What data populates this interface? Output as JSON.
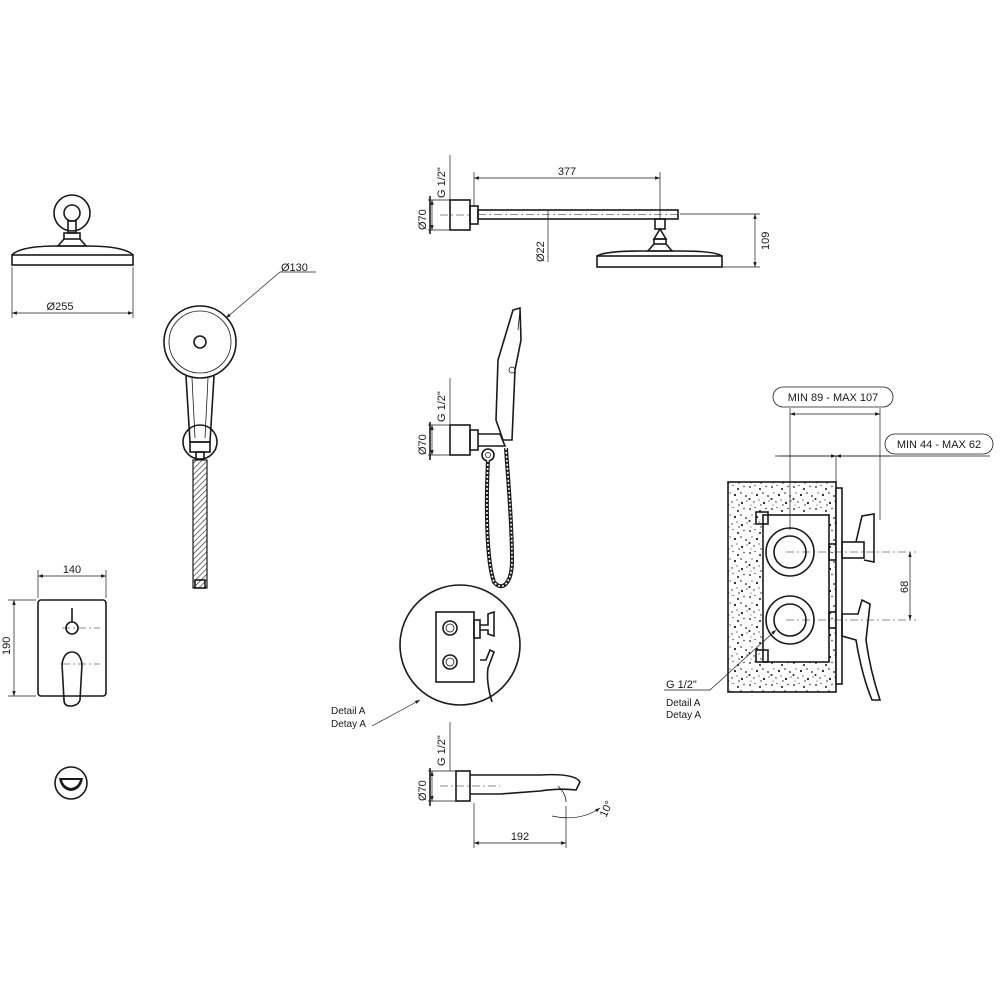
{
  "rain_shower_head": {
    "diameter": "Ø255"
  },
  "hand_shower": {
    "diameter": "Ø130"
  },
  "shower_arm_side": {
    "thread": "G 1/2\"",
    "flange": "Ø70",
    "arm_length": "377",
    "arm_tube": "Ø22",
    "drop_height": "109"
  },
  "hand_shower_side": {
    "thread": "G 1/2\"",
    "flange": "Ø70"
  },
  "trim_plate": {
    "width": "140",
    "height": "190"
  },
  "detail_callout": {
    "line1": "Detail A",
    "line2": "Detay A"
  },
  "spout_side": {
    "thread": "G 1/2\"",
    "flange": "Ø70",
    "length": "192",
    "angle": "10°"
  },
  "section_detail": {
    "depth_range_1": "MIN 89 - MAX 107",
    "depth_range_2": "MIN 44 - MAX 62",
    "port_spacing": "68",
    "thread": "G 1/2\"",
    "label1": "Detail A",
    "label2": "Detay A"
  },
  "colors": {
    "line": "#1a1a1a",
    "background": "#ffffff"
  }
}
